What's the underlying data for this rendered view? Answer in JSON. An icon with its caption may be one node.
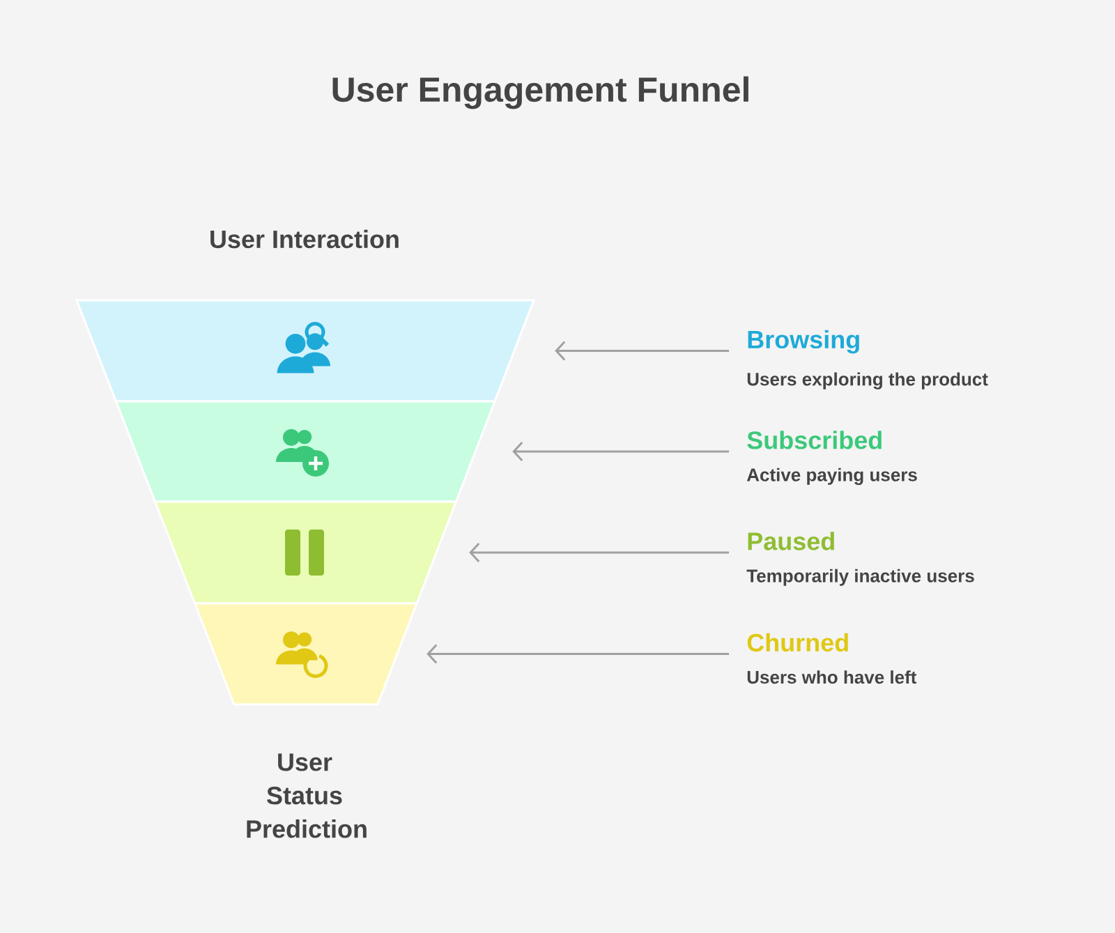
{
  "diagram": {
    "title": "User Engagement Funnel",
    "nodes": [
      {
        "text": [],
        "shape": "trapezoid"
      },
      {
        "text": [],
        "shape": "trapezoid"
      },
      {
        "text": [],
        "shape": "trapezoid"
      },
      {
        "text": [],
        "shape": "trapezoid"
      },
      {
        "text": [
          "Browsing",
          "Users exploring the product"
        ]
      },
      {
        "text": [
          "Subscribed",
          "Active paying users"
        ]
      },
      {
        "text": [
          "Paused",
          "Temporarily inactive users"
        ]
      },
      {
        "text": [
          "Churned",
          "Users who have left"
        ]
      }
    ],
    "edges": [
      {
        "from": 4,
        "to": 0,
        "arrow": "to"
      },
      {
        "from": 5,
        "to": 1,
        "arrow": "to"
      },
      {
        "from": 6,
        "to": 2,
        "arrow": "to"
      },
      {
        "from": 7,
        "to": 3,
        "arrow": "to"
      }
    ],
    "labels": [
      "User Interaction",
      "User Status Prediction"
    ]
  }
}
